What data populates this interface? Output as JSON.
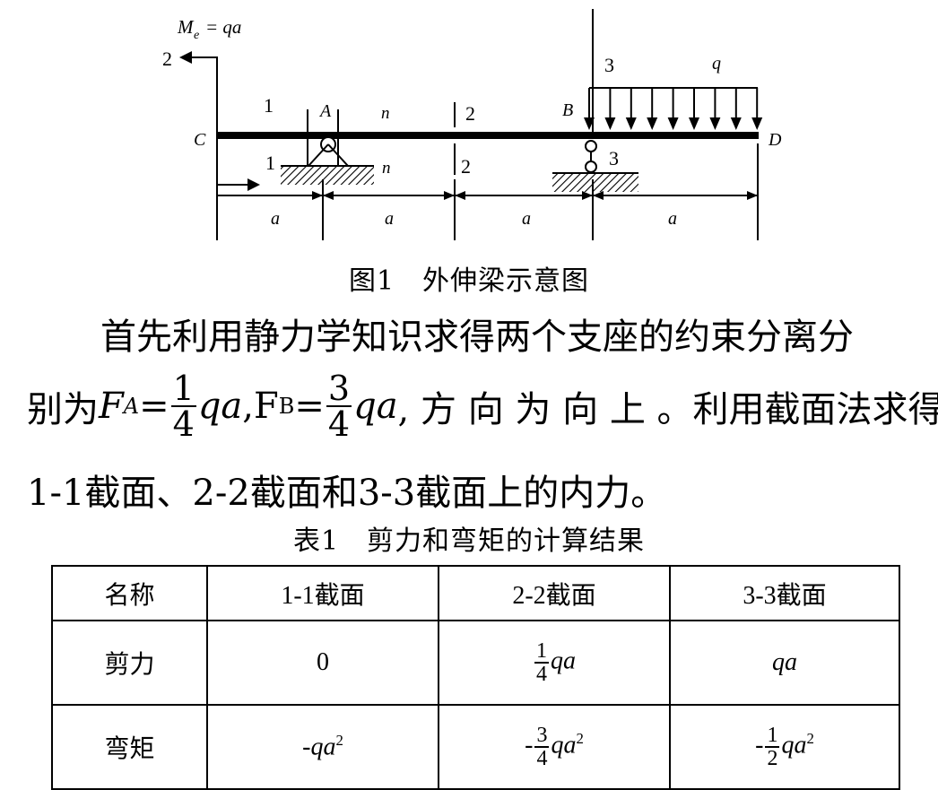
{
  "figure": {
    "moment_label": "M",
    "moment_sub": "e",
    "moment_rhs": "= qa",
    "labels": {
      "C": "C",
      "A": "A",
      "B": "B",
      "D": "D",
      "q": "q",
      "n_top": "n",
      "n_bottom": "n",
      "s1_top": "1",
      "s1_bottom": "1",
      "s2_top": "2",
      "s2_bottom": "2",
      "s3_top": "3",
      "s3_bottom": "3",
      "arrow_2": "2"
    },
    "dims": [
      "a",
      "a",
      "a",
      "a"
    ],
    "caption": "图1　外伸梁示意图"
  },
  "text": {
    "line1": "首先利用静力学知识求得两个支座的约束分离分",
    "line2_pre": "别为 ",
    "FA": "F",
    "FA_sub": "A",
    "eq": "=",
    "frac1": {
      "num": "1",
      "den": "4"
    },
    "qa": "qa",
    "comma": ", ",
    "FB": "F",
    "FB_sub": "B",
    "frac3": {
      "num": "3",
      "den": "4"
    },
    "line2_post": ", 方 向 为 向 上 。利用截面法求得",
    "line3": "1-1截面、2-2截面和3-3截面上的内力。"
  },
  "table": {
    "caption": "表1　剪力和弯矩的计算结果",
    "headers": [
      "名称",
      "1-1截面",
      "2-2截面",
      "3-3截面"
    ],
    "shear": {
      "label": "剪力",
      "c1": "0",
      "c2": {
        "num": "1",
        "den": "4",
        "tail": "qa"
      },
      "c3": "qa"
    },
    "moment": {
      "label": "弯矩",
      "c1_pre": "-qa",
      "c1_sup": "2",
      "c2": {
        "sign": "-",
        "num": "3",
        "den": "4",
        "tail": "qa",
        "sup": "2"
      },
      "c3": {
        "sign": "-",
        "num": "1",
        "den": "2",
        "tail": "qa",
        "sup": "2"
      }
    }
  }
}
